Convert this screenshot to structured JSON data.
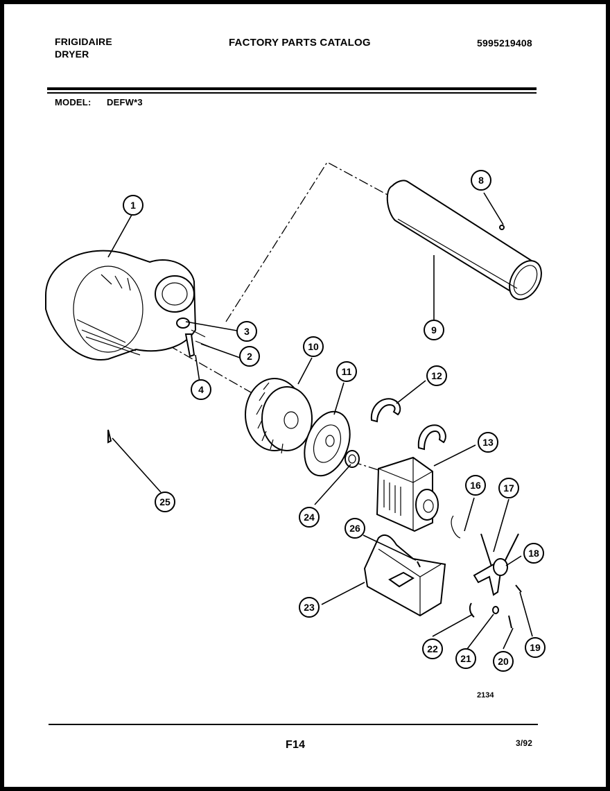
{
  "header": {
    "brand": "FRIGIDAIRE",
    "product": "DRYER",
    "title": "FACTORY PARTS CATALOG",
    "catalog_number": "5995219408",
    "model_label": "MODEL:",
    "model_value": "DEFW*3"
  },
  "diagram": {
    "drawing_number": "2134",
    "callouts": [
      "1",
      "2",
      "3",
      "4",
      "8",
      "9",
      "10",
      "11",
      "12",
      "13",
      "16",
      "17",
      "18",
      "19",
      "20",
      "21",
      "22",
      "23",
      "24",
      "25",
      "26"
    ]
  },
  "footer": {
    "page": "F14",
    "date": "3/92"
  }
}
